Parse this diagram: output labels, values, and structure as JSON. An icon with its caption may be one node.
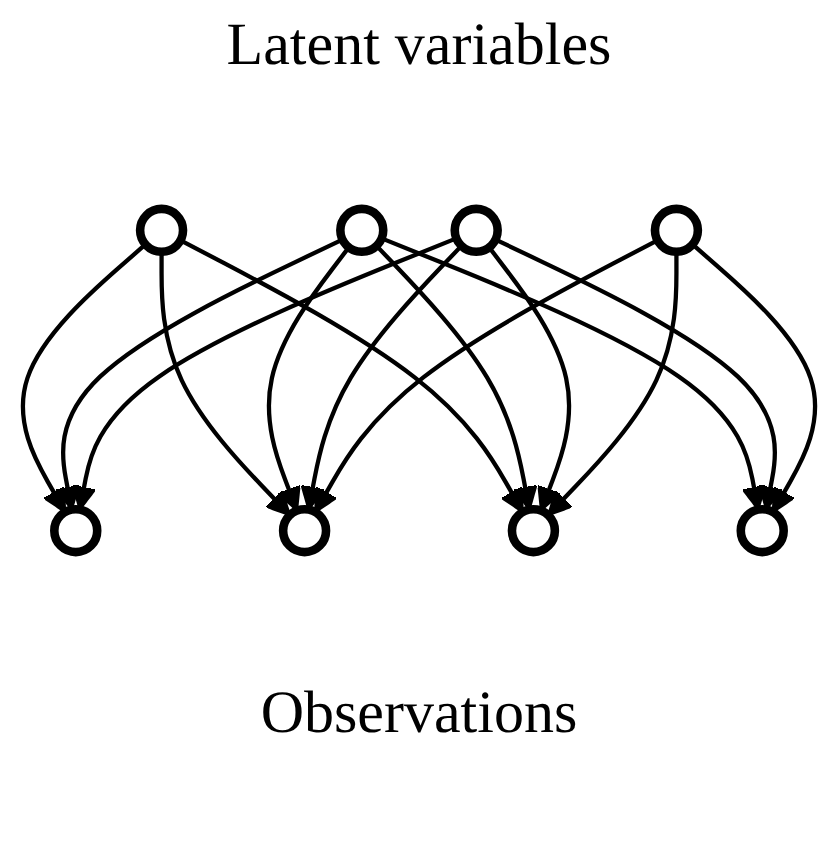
{
  "diagram": {
    "title": "Latent variables",
    "caption": "Observations",
    "nodes": [
      {
        "text": [],
        "shape": "circle"
      },
      {
        "text": [],
        "shape": "circle"
      },
      {
        "text": [],
        "shape": "circle"
      },
      {
        "text": [],
        "shape": "circle"
      },
      {
        "text": [],
        "shape": "circle"
      },
      {
        "text": [],
        "shape": "circle"
      },
      {
        "text": [],
        "shape": "circle"
      },
      {
        "text": [],
        "shape": "circle"
      }
    ],
    "edges": [
      {
        "from": 0,
        "to": 4,
        "arrow": "to"
      },
      {
        "from": 0,
        "to": 5,
        "arrow": "to"
      },
      {
        "from": 0,
        "to": 6,
        "arrow": "to"
      },
      {
        "from": 1,
        "to": 4,
        "arrow": "to"
      },
      {
        "from": 1,
        "to": 5,
        "arrow": "to"
      },
      {
        "from": 1,
        "to": 6,
        "arrow": "to"
      },
      {
        "from": 1,
        "to": 7,
        "arrow": "to"
      },
      {
        "from": 2,
        "to": 4,
        "arrow": "to"
      },
      {
        "from": 2,
        "to": 5,
        "arrow": "to"
      },
      {
        "from": 2,
        "to": 6,
        "arrow": "to"
      },
      {
        "from": 2,
        "to": 7,
        "arrow": "to"
      },
      {
        "from": 3,
        "to": 5,
        "arrow": "to"
      },
      {
        "from": 3,
        "to": 6,
        "arrow": "to"
      },
      {
        "from": 3,
        "to": 7,
        "arrow": "to"
      }
    ]
  }
}
